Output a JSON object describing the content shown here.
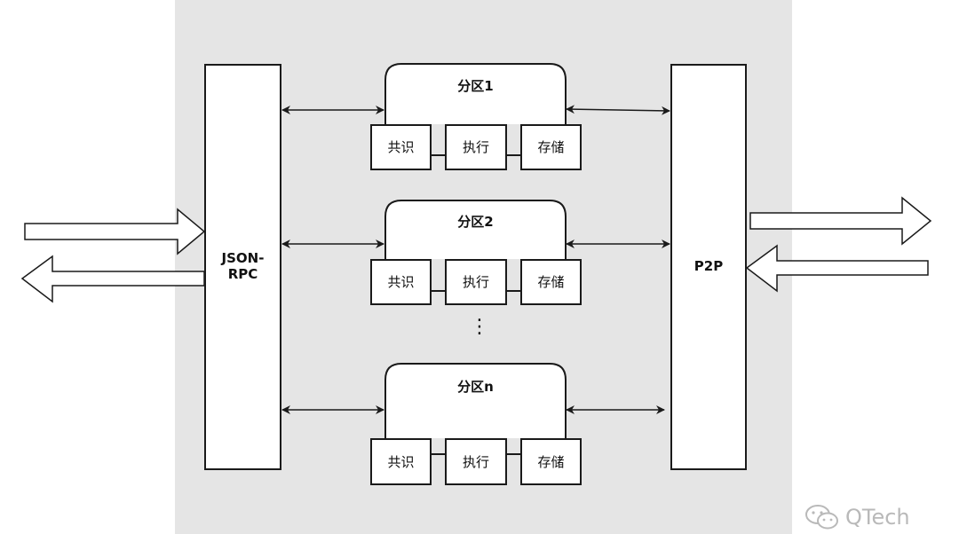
{
  "left_block": {
    "label_line1": "JSON-",
    "label_line2": "RPC"
  },
  "right_block": {
    "label": "P2P"
  },
  "partitions": [
    {
      "title": "分区1",
      "modules": [
        "共识",
        "执行",
        "存储"
      ]
    },
    {
      "title": "分区2",
      "modules": [
        "共识",
        "执行",
        "存储"
      ]
    },
    {
      "title": "分区n",
      "modules": [
        "共识",
        "执行",
        "存储"
      ]
    }
  ],
  "ellipsis": "⋮",
  "watermark": {
    "text": "QTech",
    "icon": "wechat-icon"
  },
  "colors": {
    "panel_bg": "#e5e5e5",
    "stroke": "#1a1a1a",
    "box_fill": "#ffffff",
    "watermark": "#b9b9b9"
  }
}
